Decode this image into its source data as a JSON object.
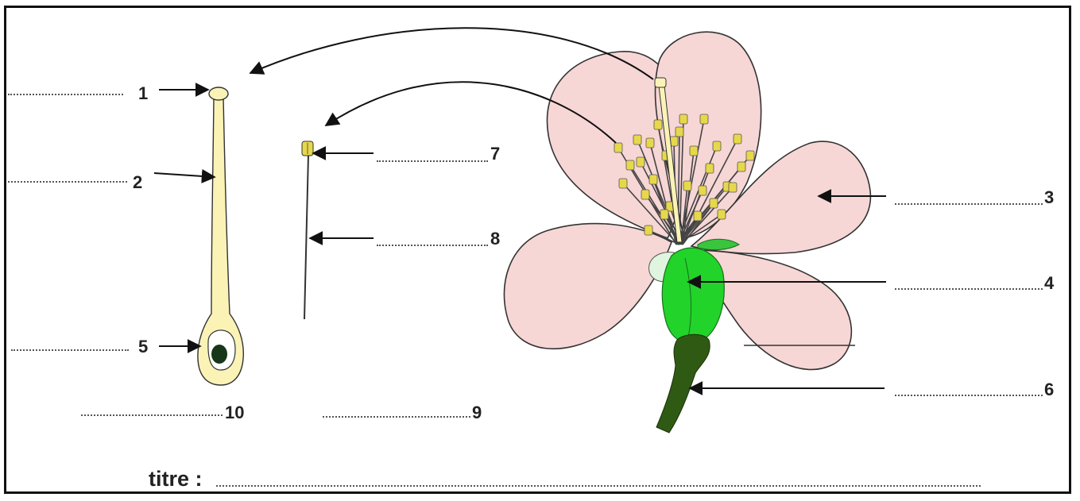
{
  "colors": {
    "petal": "#f7d6d6",
    "pistil": "#fbf3b6",
    "anther": "#e6d84a",
    "receptacle": "#22d32a",
    "sepal": "#39c53d",
    "stem": "#2f5a14",
    "ovule": "#17361a"
  },
  "labels": {
    "n1": "1",
    "n2": "2",
    "n3": "3",
    "n4": "4",
    "n5": "5",
    "n6": "6",
    "n7": "7",
    "n8": "8",
    "n9": "9",
    "n10": "10"
  },
  "title": {
    "label": "titre :"
  }
}
